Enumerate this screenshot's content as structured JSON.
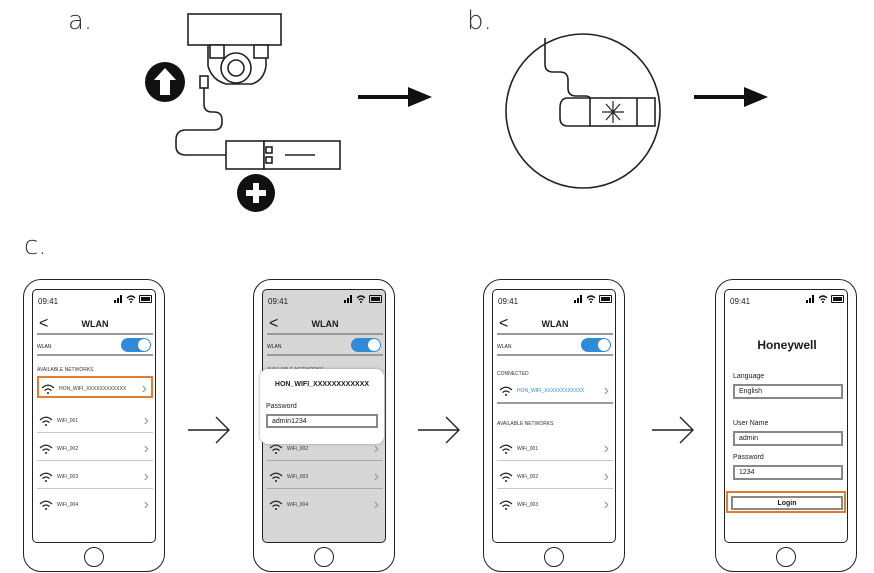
{
  "steps": {
    "a": "a.",
    "b": "b.",
    "c": "c."
  },
  "colors": {
    "accent": "#e07b30",
    "toggle": "#2f8ad8"
  },
  "icons": [
    "upload-arrow-icon",
    "plus-icon",
    "wifi-icon",
    "chevron-right-icon",
    "back-chevron-icon",
    "signal-icon",
    "battery-icon"
  ],
  "phones": {
    "p1": {
      "time": "09:41",
      "title": "WLAN",
      "wlan_label": "WLAN",
      "section": "AVAILABLE NETWORKS",
      "networks": [
        "HON_WIFI_XXXXXXXXXXXX",
        "WiFi_001",
        "WiFi_002",
        "WiFi_003",
        "WiFi_004"
      ]
    },
    "p2": {
      "time": "09:41",
      "title": "WLAN",
      "wlan_label": "WLAN",
      "section": "AVAILABLE NETWORKS",
      "networks": [
        "WiFi_002",
        "WiFi_003",
        "WiFi_004"
      ],
      "popup": {
        "network": "HON_WIFI_XXXXXXXXXXXX",
        "password_label": "Password",
        "password_value": "admin1234"
      }
    },
    "p3": {
      "time": "09:41",
      "title": "WLAN",
      "wlan_label": "WLAN",
      "connected_label": "CONNECTED",
      "connected_network": "HON_WIFI_XXXXXXXXXXXX",
      "section": "AVAILABLE NETWORKS",
      "networks": [
        "WiFi_001",
        "WiFi_002",
        "WiFi_003"
      ]
    },
    "p4": {
      "time": "09:41",
      "brand": "Honeywell",
      "language_label": "Language",
      "language_value": "English",
      "username_label": "User Name",
      "username_value": "admin",
      "password_label": "Password",
      "password_value": "1234",
      "login_label": "Login"
    }
  }
}
